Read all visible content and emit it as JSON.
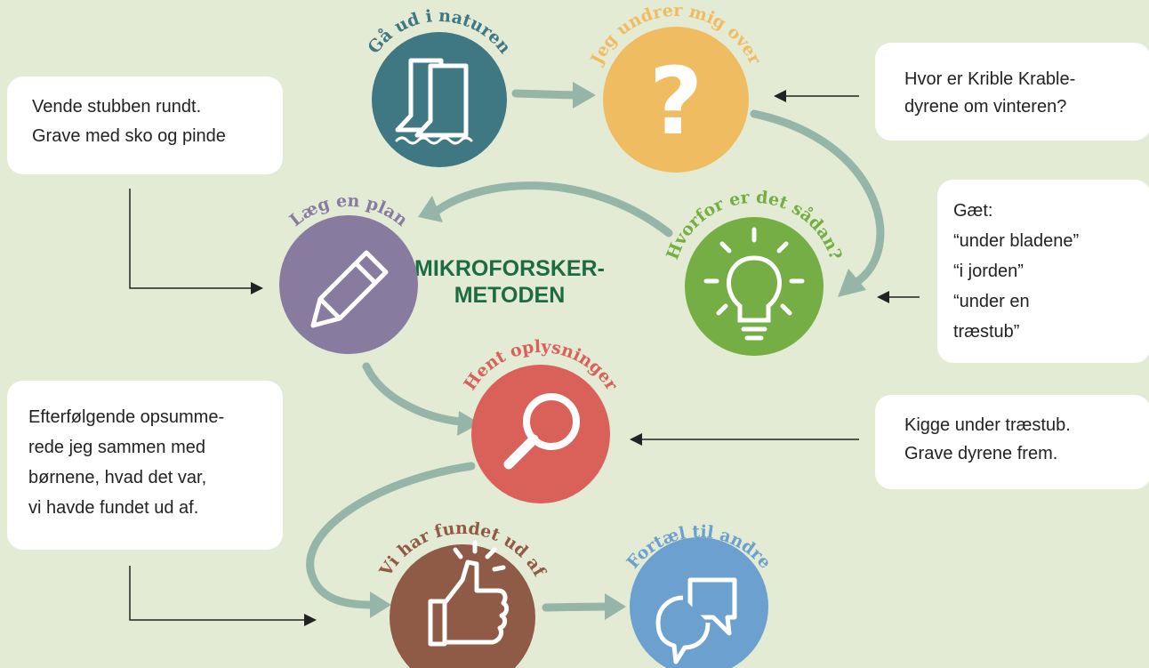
{
  "title": [
    "MIKROFORSKER-",
    "METODEN"
  ],
  "steps": {
    "nature": {
      "label": "Gå ud i naturen",
      "color": "#3f7783",
      "icon": "boots-icon"
    },
    "wonder": {
      "label": "Jeg undrer mig over",
      "color": "#f0bc62",
      "icon": "question-mark-icon"
    },
    "why": {
      "label": "Hvorfor er det sådan?",
      "color": "#74ae44",
      "icon": "lightbulb-icon"
    },
    "plan": {
      "label": "Læg en plan",
      "color": "#887ba0",
      "icon": "pencil-icon"
    },
    "info": {
      "label": "Hent oplysninger",
      "color": "#d9615a",
      "icon": "magnifier-icon"
    },
    "found": {
      "label": "Vi har fundet ud af",
      "color": "#8f5a46",
      "icon": "thumbs-up-icon"
    },
    "tell": {
      "label": "Fortæl til andre",
      "color": "#6ba0cf",
      "icon": "speech-bubbles-icon"
    }
  },
  "notes": {
    "stub": [
      "Vende stubben rundt.",
      "Grave med sko og pinde"
    ],
    "winter": [
      "Hvor er Krible Krable-",
      "dyrene om vinteren?"
    ],
    "guess": [
      "Gæt:",
      "“under bladene”",
      "“i jorden”",
      "“under en",
      "træstub”"
    ],
    "look": [
      "Kigge under træstub.",
      "Grave dyrene frem."
    ],
    "summary": [
      "Efterfølgende opsumme-",
      "rede jeg sammen med",
      "børnene, hvad det var,",
      "vi havde fundet ud af."
    ]
  },
  "colors": {
    "background": "#e4ebd5",
    "flow_arrow": "#94b5a7",
    "note_box": "#ffffff",
    "title": "#1e6b43"
  }
}
